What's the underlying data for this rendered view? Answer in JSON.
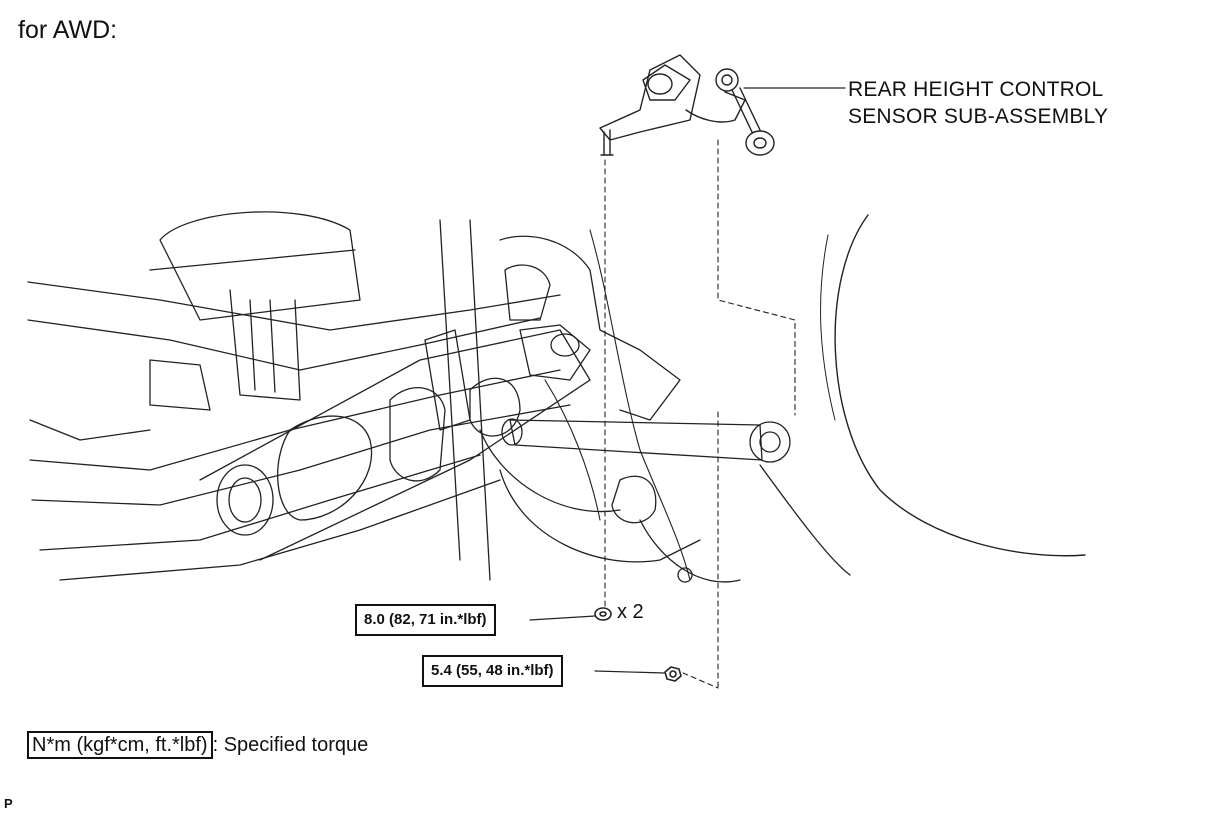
{
  "title": "for AWD:",
  "part_label": {
    "line1": "REAR HEIGHT CONTROL",
    "line2": "SENSOR SUB-ASSEMBLY"
  },
  "torques": [
    {
      "value": "8.0 (82, 71 in.*lbf)",
      "quantity": "x 2"
    },
    {
      "value": "5.4 (55, 48 in.*lbf)"
    }
  ],
  "legend": {
    "unit_box": "N*m (kgf*cm, ft.*lbf)",
    "text": ": Specified torque"
  },
  "code": "P"
}
